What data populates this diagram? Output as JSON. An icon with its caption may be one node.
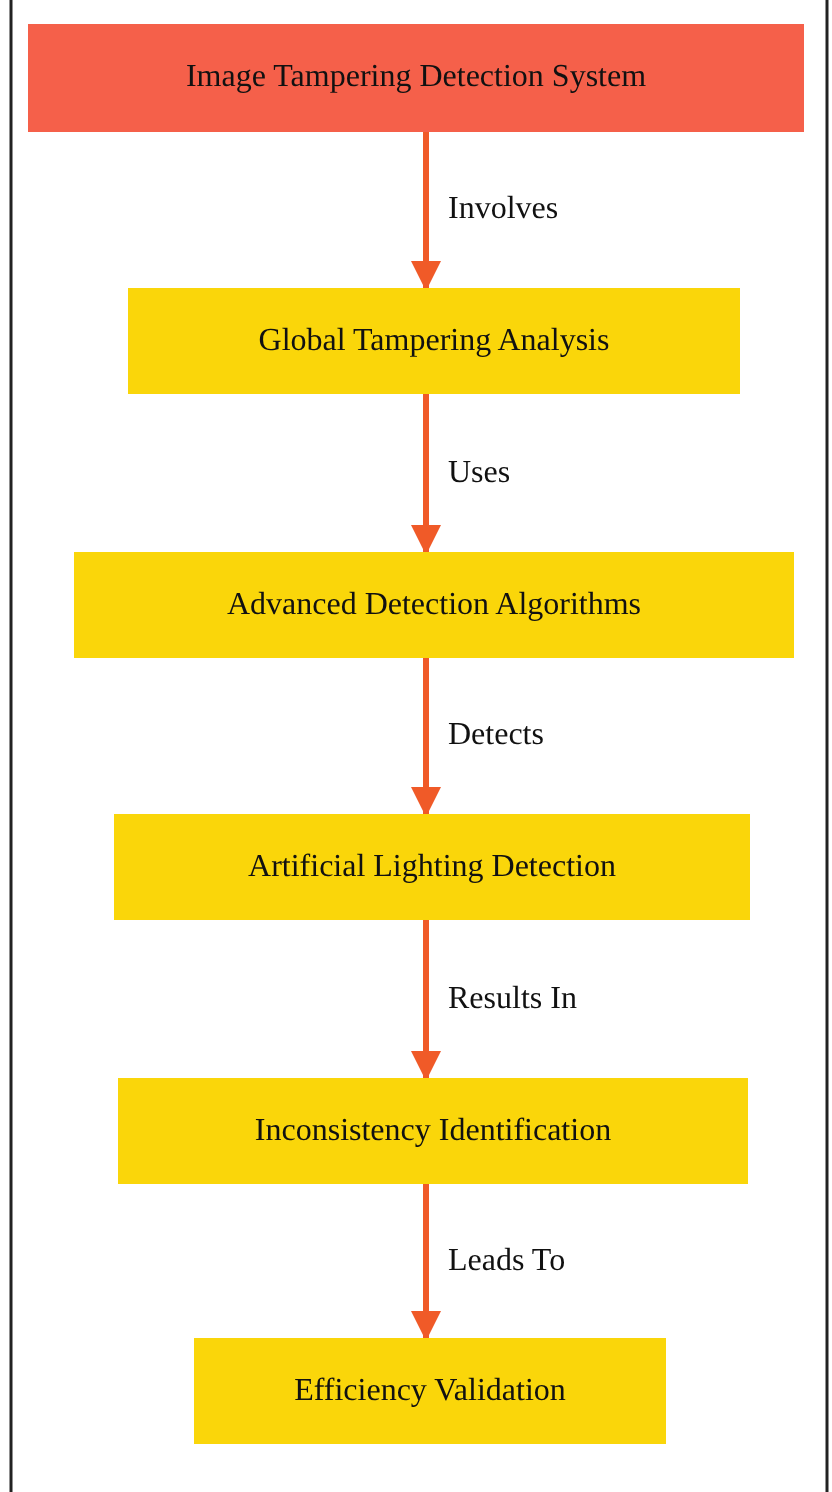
{
  "diagram": {
    "nodes": [
      {
        "text": [
          "Image Tampering Detection System"
        ]
      },
      {
        "text": [
          "Global Tampering Analysis"
        ]
      },
      {
        "text": [
          "Advanced Detection Algorithms"
        ]
      },
      {
        "text": [
          "Artificial Lighting Detection"
        ]
      },
      {
        "text": [
          "Inconsistency Identification"
        ]
      },
      {
        "text": [
          "Efficiency Validation"
        ]
      }
    ],
    "edges": [
      {
        "from": 0,
        "to": 1,
        "arrow": "to",
        "label": "Involves"
      },
      {
        "from": 1,
        "to": 2,
        "arrow": "to",
        "label": "Uses"
      },
      {
        "from": 2,
        "to": 3,
        "arrow": "to",
        "label": "Detects"
      },
      {
        "from": 3,
        "to": 4,
        "arrow": "to",
        "label": "Results In"
      },
      {
        "from": 4,
        "to": 5,
        "arrow": "to",
        "label": "Leads To"
      }
    ]
  }
}
